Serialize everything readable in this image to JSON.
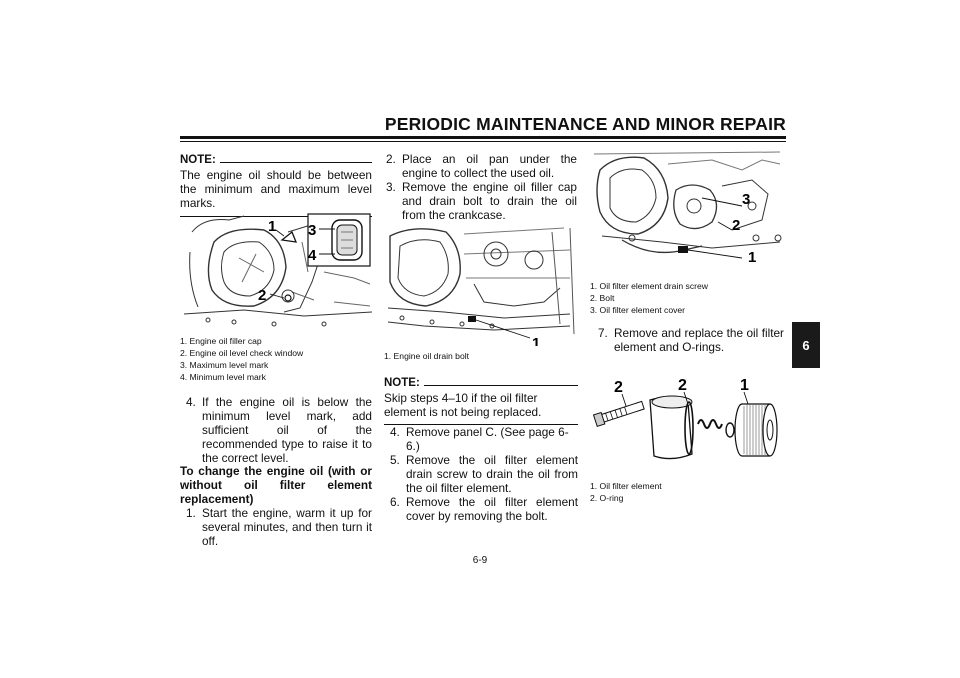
{
  "header": {
    "title": "PERIODIC MAINTENANCE AND MINOR REPAIR"
  },
  "chapter_tab": "6",
  "page_number": "6-9",
  "col1": {
    "note_label": "NOTE:",
    "note_text": "The engine oil should be between the minimum and maximum level marks.",
    "figure_labels": [
      "1",
      "3",
      "4",
      "2"
    ],
    "captions": [
      "1. Engine oil filler cap",
      "2. Engine oil level check window",
      "3. Maximum level mark",
      "4. Minimum level mark"
    ],
    "step4_num": "4.",
    "step4_text": "If the engine oil is below the minimum level mark, add sufficient oil of the recommended type to raise it to the correct level.",
    "subheading": "To change the engine oil (with or without oil filter element replacement)",
    "step1_num": "1.",
    "step1_text": "Start the engine, warm it up for several minutes, and then turn it off."
  },
  "col2": {
    "step2_num": "2.",
    "step2_text": "Place an oil pan under the engine to collect the used oil.",
    "step3_num": "3.",
    "step3_text": "Remove the engine oil filler cap and drain bolt to drain the oil from the crankcase.",
    "figure_label": "1",
    "caption": "1. Engine oil drain bolt",
    "note_label": "NOTE:",
    "note_text": "Skip steps 4–10 if the oil filter element is not being replaced.",
    "step4_num": "4.",
    "step4_text": "Remove panel C. (See page 6-6.)",
    "step5_num": "5.",
    "step5_text": "Remove the oil filter element drain screw to drain the oil from the oil filter element.",
    "step6_num": "6.",
    "step6_text": "Remove the oil filter element cover by removing the bolt."
  },
  "col3": {
    "figure1_labels": [
      "3",
      "2",
      "1"
    ],
    "captions1": [
      "1. Oil filter element drain screw",
      "2. Bolt",
      "3. Oil filter element cover"
    ],
    "step7_num": "7.",
    "step7_text": "Remove and replace the oil filter element and O-rings.",
    "figure2_labels": [
      "2",
      "2",
      "1"
    ],
    "captions2": [
      "1. Oil filter element",
      "2. O-ring"
    ]
  }
}
